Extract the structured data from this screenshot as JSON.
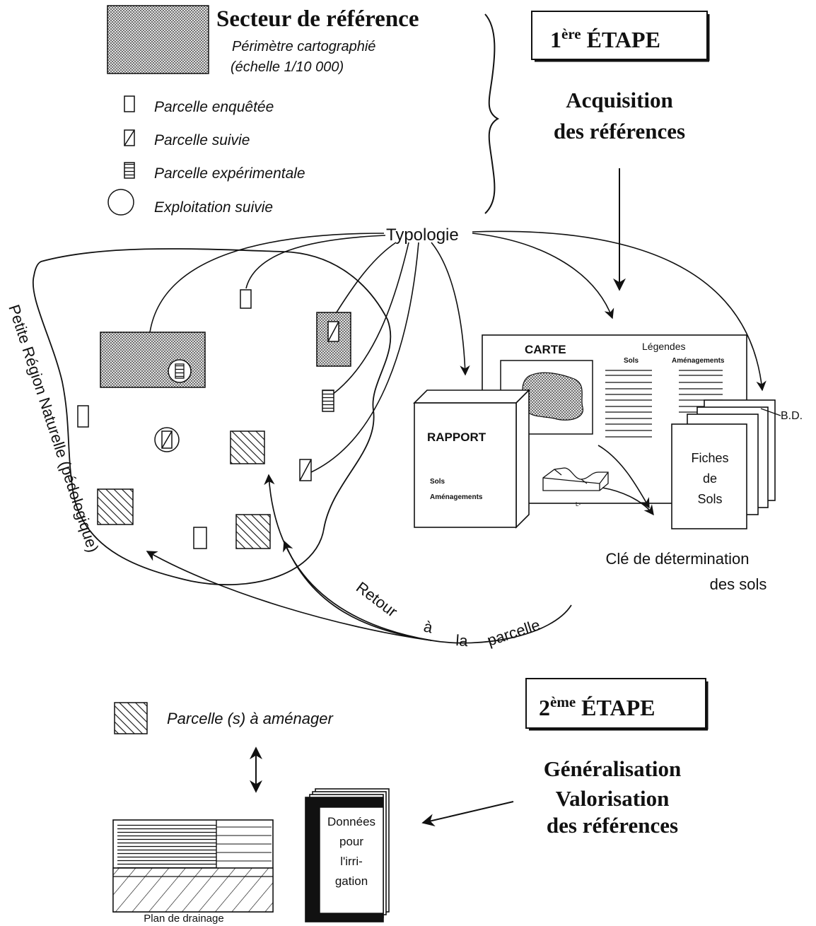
{
  "legend": {
    "reference_sector": "Secteur de référence",
    "mapped_perimeter": "Périmètre cartographié",
    "scale": "(échelle 1/10 000)",
    "surveyed_plot": "Parcelle enquêtée",
    "monitored_plot": "Parcelle suivie",
    "experimental_plot": "Parcelle expérimentale",
    "monitored_farm": "Exploitation suivie"
  },
  "step1": {
    "title_prefix": "1",
    "title_sup": "ère",
    "title_suffix": "ÉTAPE",
    "subtitle_line1": "Acquisition",
    "subtitle_line2": "des références"
  },
  "typology": "Typologie",
  "region_label": "Petite Région Naturelle (pédologique)",
  "map_sheet": {
    "carte": "CARTE",
    "legendes": "Légendes",
    "sols": "Sols",
    "amenagements": "Aménagements",
    "axis_tick": "L-"
  },
  "report": {
    "title": "RAPPORT",
    "line1": "Sols",
    "line2": "Aménagements"
  },
  "fiches": {
    "line1": "Fiches",
    "line2": "de",
    "line3": "Sols"
  },
  "bd": "B.D.",
  "key": {
    "line1": "Clé de détermination",
    "line2": "des sols"
  },
  "return_label": [
    "Retour",
    "à",
    "la",
    "parcelle"
  ],
  "step2": {
    "title_prefix": "2",
    "title_sup": "ème",
    "title_suffix": "ÉTAPE",
    "line1": "Généralisation",
    "line2": "Valorisation",
    "line3": "des références"
  },
  "plots_to_develop": "Parcelle (s) à aménager",
  "irrigation_book": [
    "Données",
    "pour",
    "l'irri-",
    "gation"
  ],
  "drainage_plan": "Plan de drainage"
}
